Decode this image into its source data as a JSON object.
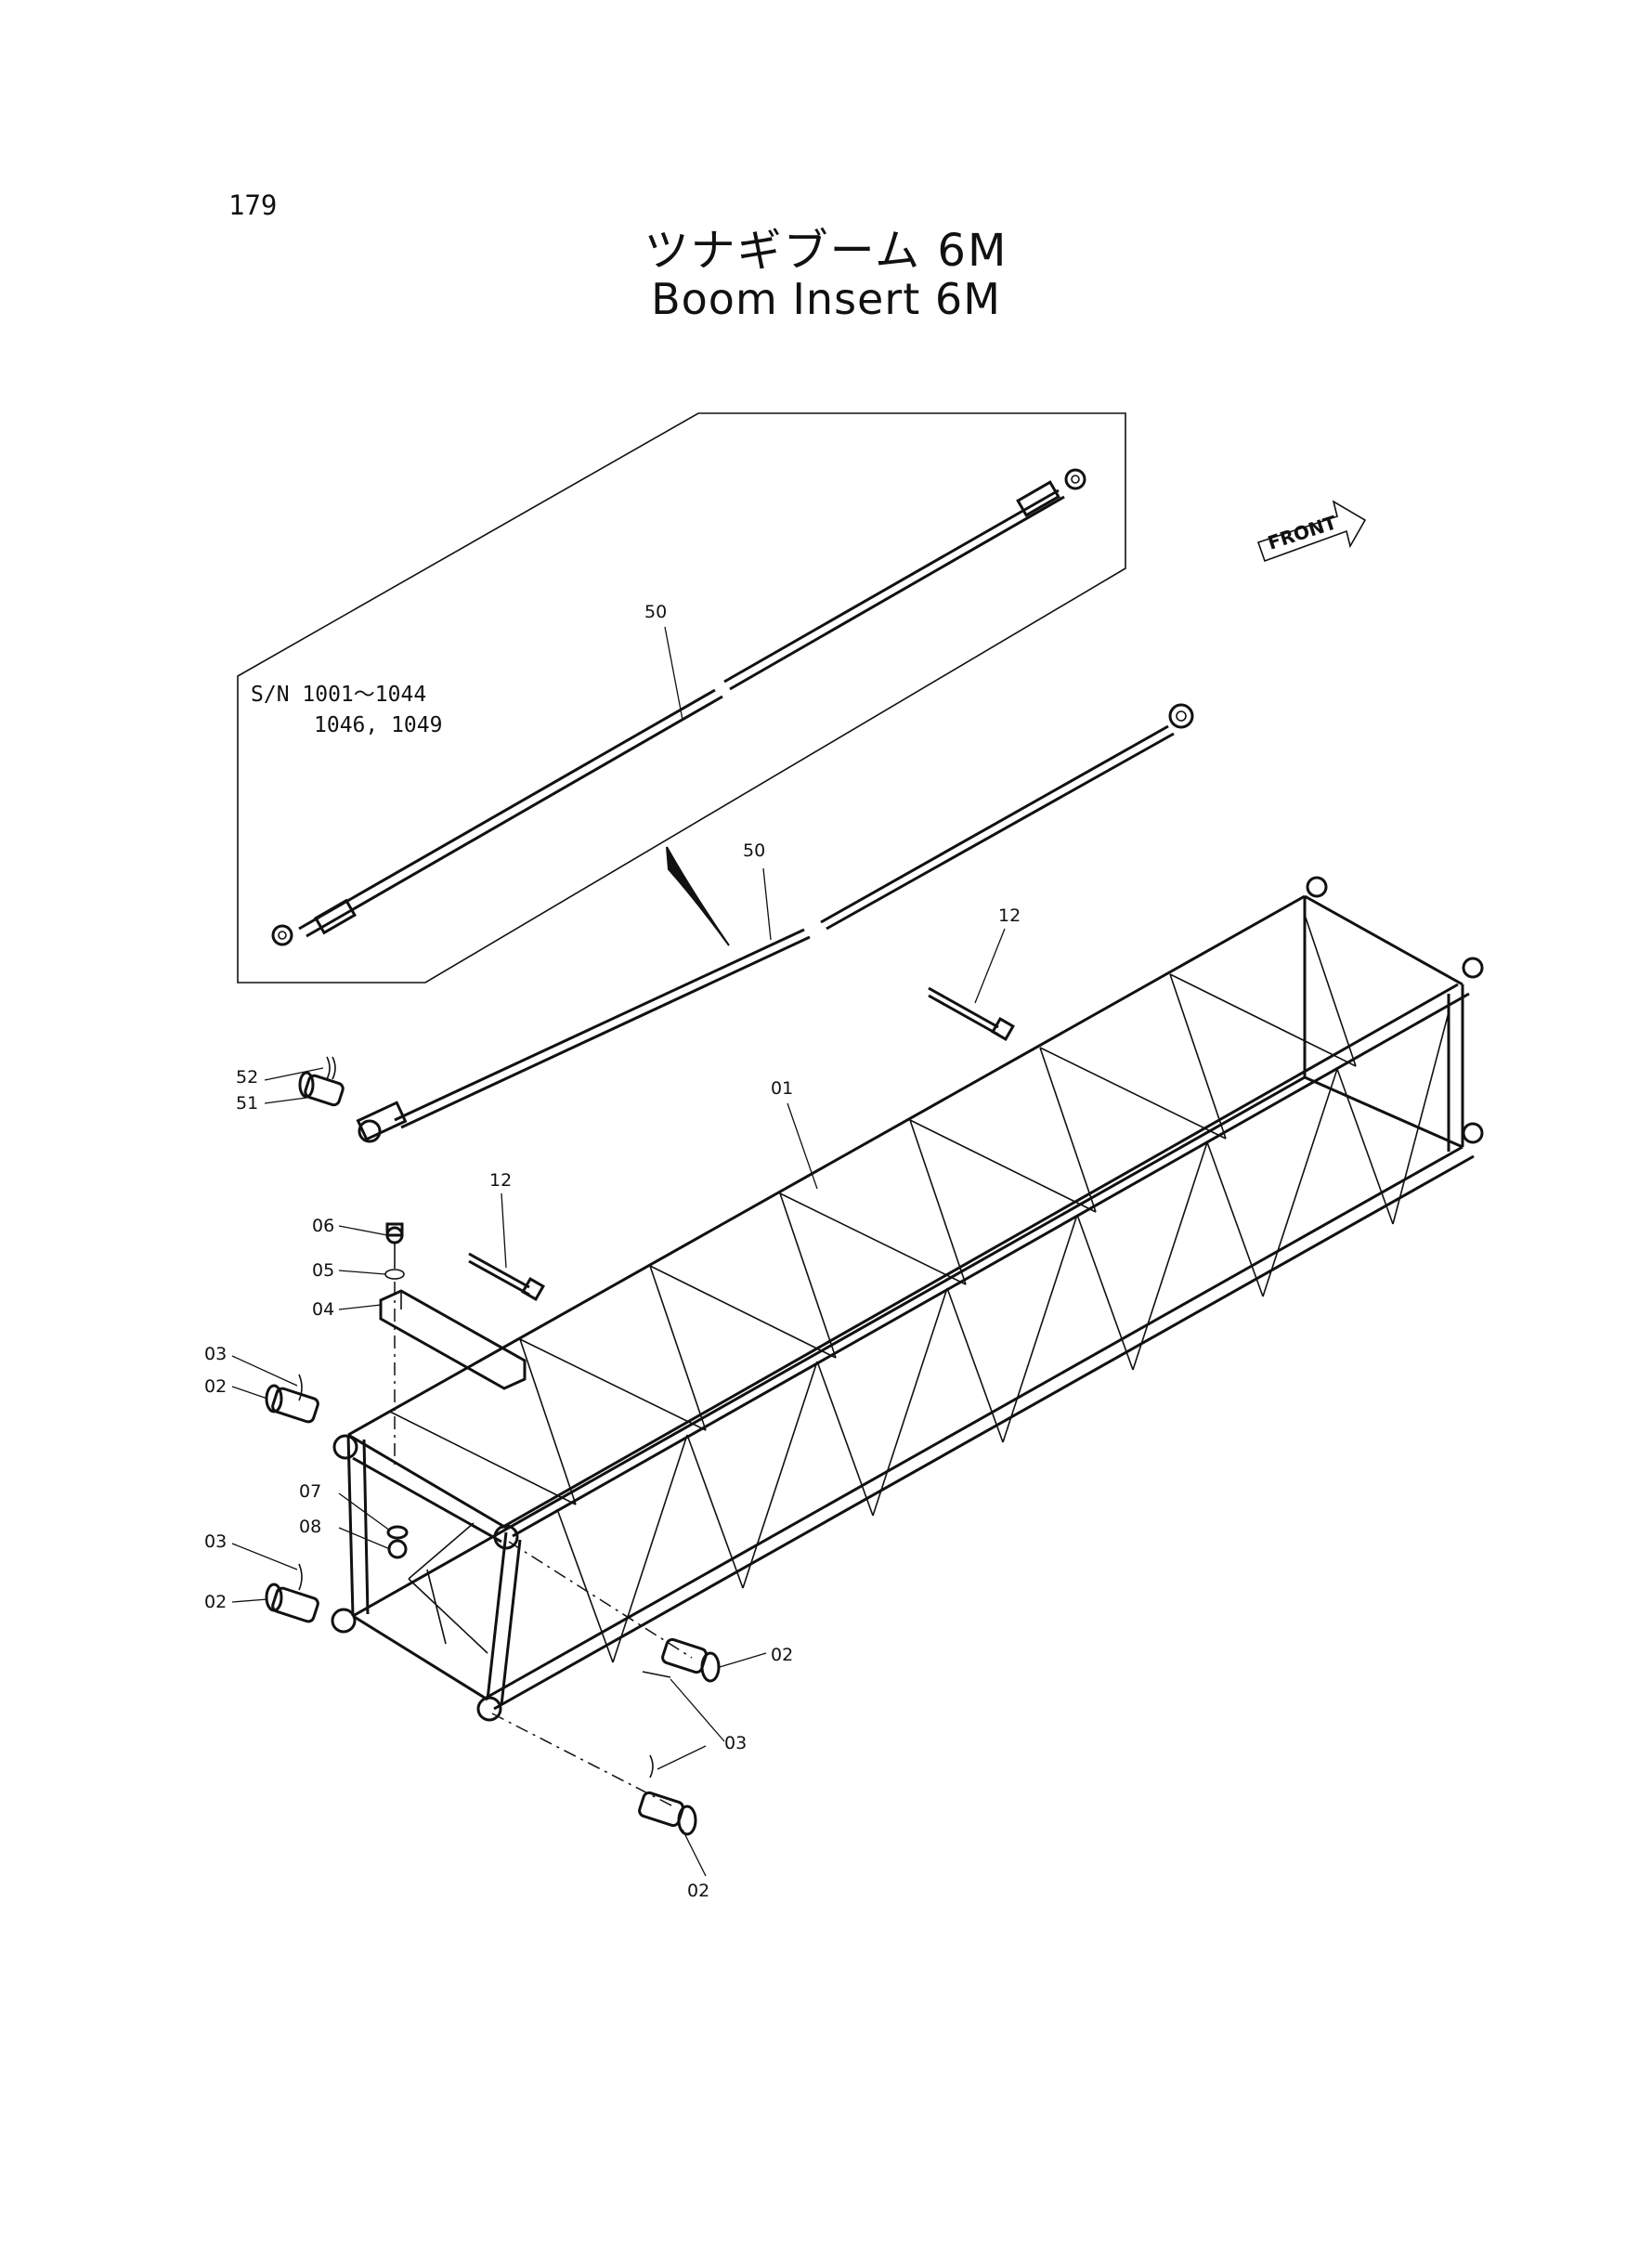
{
  "page_number": "179",
  "title_ja": "ツナギブーム 6M",
  "title_en": "Boom Insert 6M",
  "front_label": "FRONT",
  "serial_note": {
    "line1": "S/N 1001～1044",
    "line2": "1046, 1049"
  },
  "callouts": {
    "c50_inset": "50",
    "c50_main": "50",
    "c12_top": "12",
    "c12_mid": "12",
    "c01": "01",
    "c52": "52",
    "c51": "51",
    "c06": "06",
    "c05": "05",
    "c04": "04",
    "c03_a": "03",
    "c02_a": "02",
    "c07": "07",
    "c08": "08",
    "c03_b": "03",
    "c02_b": "02",
    "c02_c": "02",
    "c03_c": "03",
    "c02_d": "02"
  }
}
